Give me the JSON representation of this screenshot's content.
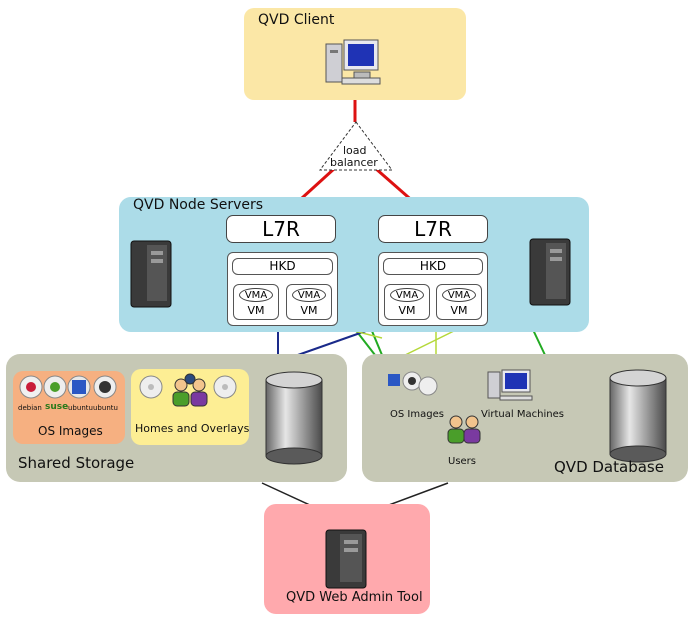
{
  "client": {
    "title": "QVD Client"
  },
  "load_balancer": {
    "line1": "load",
    "line2": "balancer"
  },
  "node_servers": {
    "title": "QVD Node Servers",
    "l7r": [
      "L7R",
      "L7R"
    ],
    "hkd": [
      "HKD",
      "HKD"
    ],
    "vma": "VMA",
    "vm": "VM"
  },
  "shared_storage": {
    "title": "Shared Storage",
    "os_images": "OS Images",
    "homes": "Homes and Overlays",
    "distros": [
      "debian",
      "suse",
      "ubuntu",
      "ubuntu"
    ]
  },
  "database": {
    "title": "QVD Database",
    "os_images": "OS Images",
    "virtual_machines": "Virtual Machines",
    "users": "Users"
  },
  "admin": {
    "title": "QVD Web Admin Tool"
  },
  "colors": {
    "red": "#dd1111",
    "green": "#22aa22",
    "navy": "#1a2a8a",
    "lime": "#b4d838"
  }
}
